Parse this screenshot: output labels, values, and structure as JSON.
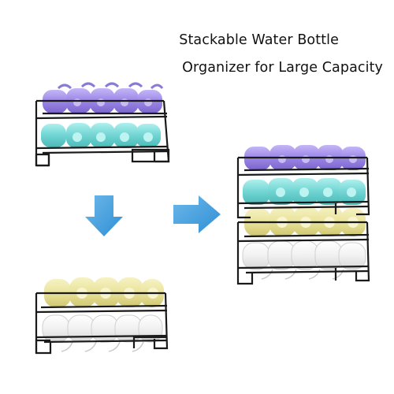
{
  "headline": {
    "line1": "Stackable Water Bottle",
    "line2": "Organizer for Large Capacity"
  },
  "colors": {
    "rack_frame": "#1a1a1a",
    "bottle_purple": "#9b86e6",
    "bottle_teal": "#6fd4d2",
    "bottle_yellow": "#e9e39a",
    "bottle_white": "#f2f2f2",
    "arrow_blue": "#3b9ad9"
  },
  "icons": [
    "arrow-down-icon",
    "arrow-right-icon"
  ],
  "scene": {
    "racks": [
      {
        "name": "rack-top-left",
        "tiers": 2,
        "bottles": [
          "purple",
          "teal"
        ]
      },
      {
        "name": "rack-bottom-left",
        "tiers": 2,
        "bottles": [
          "yellow",
          "white"
        ]
      },
      {
        "name": "rack-stacked-right",
        "tiers": 4,
        "bottles": [
          "purple",
          "teal",
          "yellow",
          "white"
        ]
      }
    ]
  }
}
